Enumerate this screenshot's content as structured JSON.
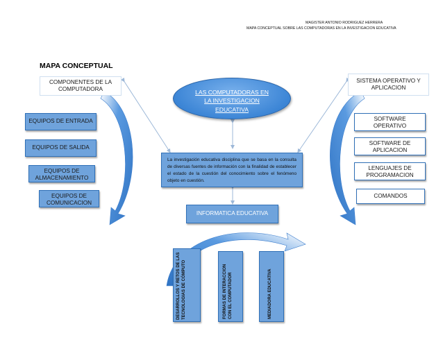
{
  "header": {
    "author": "MAGISTER ANTONIO RODRIGUEZ HERRERA",
    "subtitle": "MAPA CONCEPTUAL SOBRE LAS COMPUTADORAS EN LA INVESTIGACION EDUCATIVA"
  },
  "title": "MAPA CONCEPTUAL",
  "center": {
    "oval_label": "LAS COMPUTADORAS EN LA INVESTIGACION EDUCATIVA",
    "description": "La investigación educativa disciplina que se basa en la consulta de diversas fuentes de información con la finalidad de establecer el estado de la cuestión del conocimiento sobre el fenómeno objeto en cuestión."
  },
  "left": {
    "heading": "COMPONENTES DE LA COMPUTADORA",
    "items": [
      "EQUIPOS DE ENTRADA",
      "EQUIPOS DE SALIDA",
      "EQUIPOS DE ALMACENAMIENTO",
      "EQUIPOS DE COMUNICACION"
    ]
  },
  "right": {
    "heading": "SISTEMA OPERATIVO Y APLICACION",
    "items": [
      "SOFTWARE OPERATIVO",
      "SOFTWARE DE APLICACION",
      "LENGUAJES DE PROGRAMACION",
      "COMANDOS"
    ]
  },
  "bottom": {
    "heading": "INFORMATICA EDUCATIVA",
    "items": [
      "DESARROLLOS Y RETOS DE LAS TECNOLOGIAS DE CÓMPUTO",
      "FORMAS DE INTERACCION CON EL COMPUTADOR",
      "MEDIADORA EDUCATIVA"
    ]
  },
  "colors": {
    "box_fill": "#6fa3dc",
    "box_border": "#2f6fb6",
    "oval_fill": "#3d86d6",
    "arrow": "#4a90d9"
  }
}
